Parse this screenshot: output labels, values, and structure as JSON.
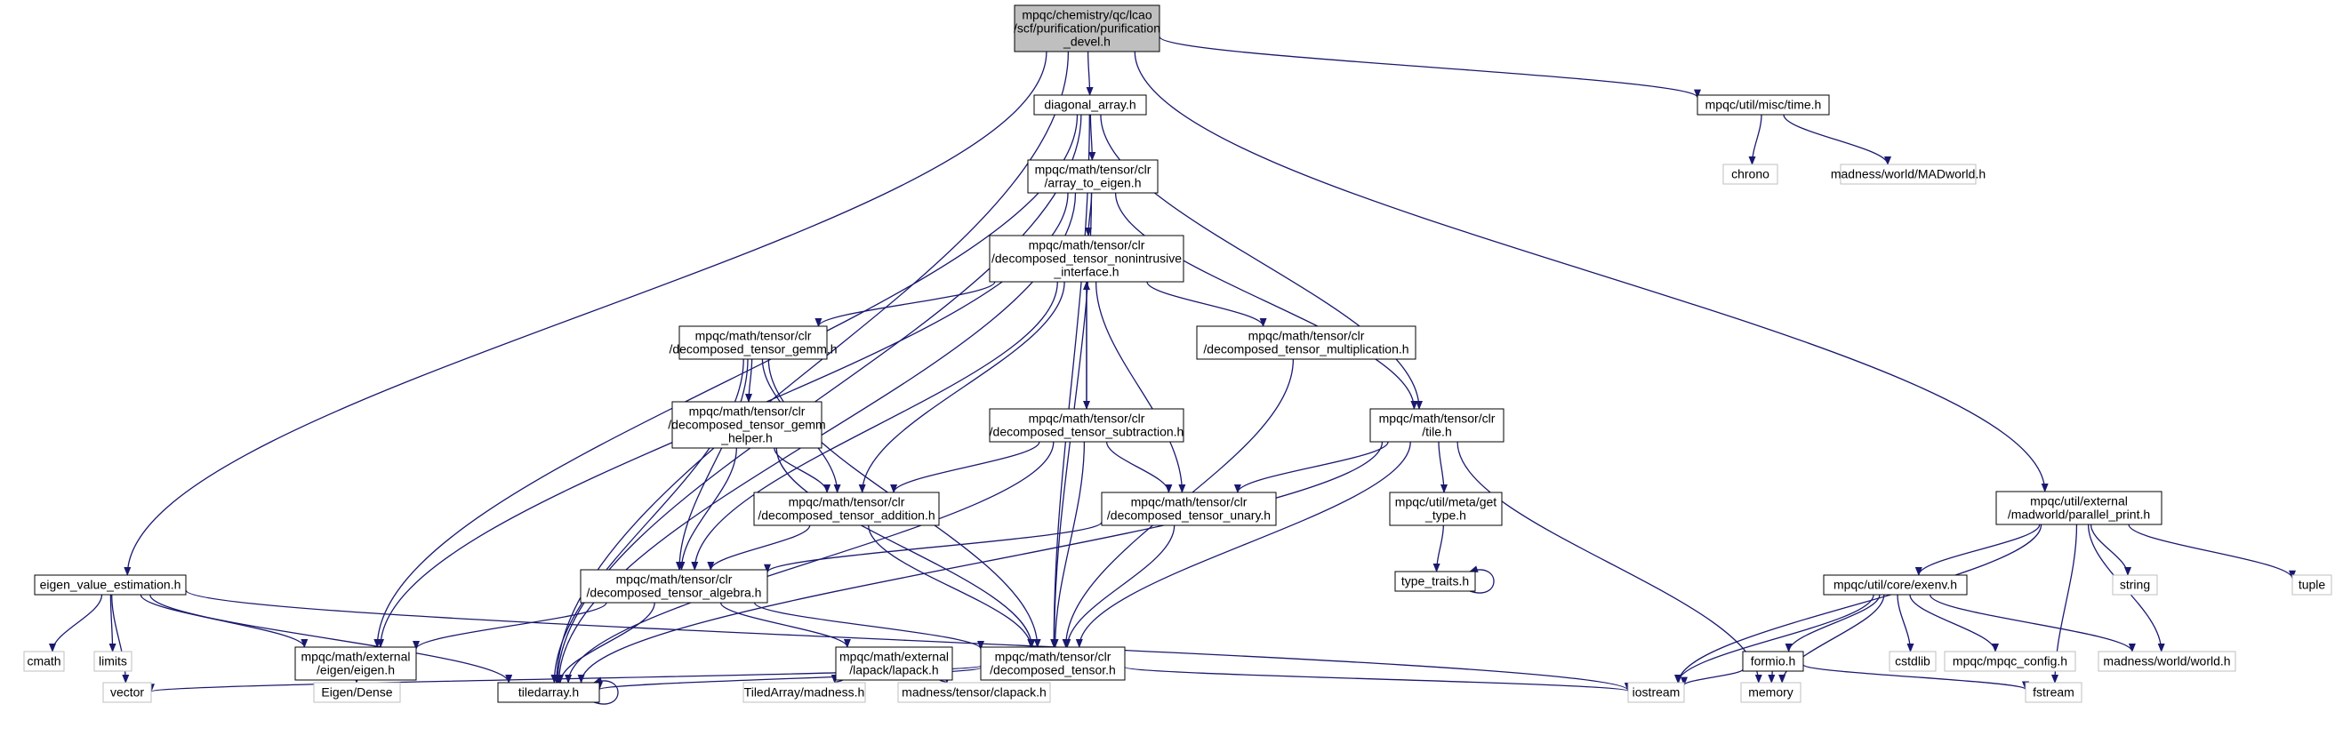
{
  "nodes": {
    "root": {
      "lines": [
        "mpqc/chemistry/qc/lcao",
        "/scf/purification/purification",
        "_devel.h"
      ],
      "kind": "root"
    },
    "diag": {
      "lines": [
        "diagonal_array.h"
      ],
      "kind": "file"
    },
    "timeh": {
      "lines": [
        "mpqc/util/misc/time.h"
      ],
      "kind": "file"
    },
    "chrono": {
      "lines": [
        "chrono"
      ],
      "kind": "ext"
    },
    "madworld": {
      "lines": [
        "madness/world/MADworld.h"
      ],
      "kind": "ext"
    },
    "a2e": {
      "lines": [
        "mpqc/math/tensor/clr",
        "/array_to_eigen.h"
      ],
      "kind": "file"
    },
    "nonint": {
      "lines": [
        "mpqc/math/tensor/clr",
        "/decomposed_tensor_nonintrusive",
        "_interface.h"
      ],
      "kind": "file"
    },
    "gemm": {
      "lines": [
        "mpqc/math/tensor/clr",
        "/decomposed_tensor_gemm.h"
      ],
      "kind": "file"
    },
    "mult": {
      "lines": [
        "mpqc/math/tensor/clr",
        "/decomposed_tensor_multiplication.h"
      ],
      "kind": "file"
    },
    "gemmh": {
      "lines": [
        "mpqc/math/tensor/clr",
        "/decomposed_tensor_gemm",
        "_helper.h"
      ],
      "kind": "file"
    },
    "sub": {
      "lines": [
        "mpqc/math/tensor/clr",
        "/decomposed_tensor_subtraction.h"
      ],
      "kind": "file"
    },
    "tile": {
      "lines": [
        "mpqc/math/tensor/clr",
        "/tile.h"
      ],
      "kind": "file"
    },
    "add": {
      "lines": [
        "mpqc/math/tensor/clr",
        "/decomposed_tensor_addition.h"
      ],
      "kind": "file"
    },
    "unary": {
      "lines": [
        "mpqc/math/tensor/clr",
        "/decomposed_tensor_unary.h"
      ],
      "kind": "file"
    },
    "gettype": {
      "lines": [
        "mpqc/util/meta/get",
        "_type.h"
      ],
      "kind": "file"
    },
    "ttraits": {
      "lines": [
        "type_traits.h"
      ],
      "kind": "file"
    },
    "pprint": {
      "lines": [
        "mpqc/util/external",
        "/madworld/parallel_print.h"
      ],
      "kind": "file"
    },
    "eve": {
      "lines": [
        "eigen_value_estimation.h"
      ],
      "kind": "file"
    },
    "alg": {
      "lines": [
        "mpqc/math/tensor/clr",
        "/decomposed_tensor_algebra.h"
      ],
      "kind": "file"
    },
    "exenv": {
      "lines": [
        "mpqc/util/core/exenv.h"
      ],
      "kind": "file"
    },
    "string": {
      "lines": [
        "string"
      ],
      "kind": "ext"
    },
    "tuple": {
      "lines": [
        "tuple"
      ],
      "kind": "ext"
    },
    "cmath": {
      "lines": [
        "cmath"
      ],
      "kind": "ext"
    },
    "limits": {
      "lines": [
        "limits"
      ],
      "kind": "ext"
    },
    "eigenh": {
      "lines": [
        "mpqc/math/external",
        "/eigen/eigen.h"
      ],
      "kind": "file"
    },
    "lapack": {
      "lines": [
        "mpqc/math/external",
        "/lapack/lapack.h"
      ],
      "kind": "file"
    },
    "dt": {
      "lines": [
        "mpqc/math/tensor/clr",
        "/decomposed_tensor.h"
      ],
      "kind": "file"
    },
    "formio": {
      "lines": [
        "formio.h"
      ],
      "kind": "file"
    },
    "cstdlib": {
      "lines": [
        "cstdlib"
      ],
      "kind": "ext"
    },
    "mpqcconfig": {
      "lines": [
        "mpqc/mpqc_config.h"
      ],
      "kind": "ext"
    },
    "worldh": {
      "lines": [
        "madness/world/world.h"
      ],
      "kind": "ext"
    },
    "vector": {
      "lines": [
        "vector"
      ],
      "kind": "ext"
    },
    "eigendense": {
      "lines": [
        "Eigen/Dense"
      ],
      "kind": "ext"
    },
    "tiledarray": {
      "lines": [
        "tiledarray.h"
      ],
      "kind": "file"
    },
    "tamad": {
      "lines": [
        "TiledArray/madness.h"
      ],
      "kind": "ext"
    },
    "clapack": {
      "lines": [
        "madness/tensor/clapack.h"
      ],
      "kind": "ext"
    },
    "iostream": {
      "lines": [
        "iostream"
      ],
      "kind": "ext"
    },
    "memory": {
      "lines": [
        "memory"
      ],
      "kind": "ext"
    },
    "fstream": {
      "lines": [
        "fstream"
      ],
      "kind": "ext"
    }
  },
  "edges": [
    [
      "root",
      "diag"
    ],
    [
      "root",
      "timeh"
    ],
    [
      "root",
      "eve"
    ],
    [
      "root",
      "tiledarray"
    ],
    [
      "root",
      "pprint"
    ],
    [
      "timeh",
      "chrono"
    ],
    [
      "timeh",
      "madworld"
    ],
    [
      "diag",
      "a2e"
    ],
    [
      "diag",
      "eigenh"
    ],
    [
      "diag",
      "tiledarray"
    ],
    [
      "diag",
      "tile"
    ],
    [
      "diag",
      "dt"
    ],
    [
      "a2e",
      "nonint"
    ],
    [
      "a2e",
      "eigenh"
    ],
    [
      "a2e",
      "tiledarray"
    ],
    [
      "a2e",
      "tile"
    ],
    [
      "a2e",
      "dt"
    ],
    [
      "nonint",
      "gemm"
    ],
    [
      "nonint",
      "mult"
    ],
    [
      "nonint",
      "sub"
    ],
    [
      "nonint",
      "alg"
    ],
    [
      "nonint",
      "add"
    ],
    [
      "nonint",
      "unary"
    ],
    [
      "gemm",
      "gemmh"
    ],
    [
      "gemm",
      "add"
    ],
    [
      "gemm",
      "alg"
    ],
    [
      "gemm",
      "dt"
    ],
    [
      "gemm",
      "tiledarray"
    ],
    [
      "gemmh",
      "add"
    ],
    [
      "gemmh",
      "alg"
    ],
    [
      "gemmh",
      "dt"
    ],
    [
      "sub",
      "nonint"
    ],
    [
      "sub",
      "add"
    ],
    [
      "sub",
      "unary"
    ],
    [
      "sub",
      "dt"
    ],
    [
      "sub",
      "tiledarray"
    ],
    [
      "mult",
      "dt"
    ],
    [
      "tile",
      "gettype"
    ],
    [
      "tile",
      "unary"
    ],
    [
      "tile",
      "dt"
    ],
    [
      "tile",
      "tiledarray"
    ],
    [
      "tile",
      "memory"
    ],
    [
      "gettype",
      "ttraits"
    ],
    [
      "ttraits",
      "ttraits"
    ],
    [
      "add",
      "alg"
    ],
    [
      "add",
      "dt"
    ],
    [
      "unary",
      "alg"
    ],
    [
      "unary",
      "dt"
    ],
    [
      "alg",
      "eigenh"
    ],
    [
      "alg",
      "lapack"
    ],
    [
      "alg",
      "dt"
    ],
    [
      "alg",
      "tiledarray"
    ],
    [
      "eve",
      "cmath"
    ],
    [
      "eve",
      "limits"
    ],
    [
      "eve",
      "eigenh"
    ],
    [
      "eve",
      "vector"
    ],
    [
      "eve",
      "tiledarray"
    ],
    [
      "eve",
      "iostream"
    ],
    [
      "eigenh",
      "eigendense"
    ],
    [
      "lapack",
      "tamad"
    ],
    [
      "lapack",
      "clapack"
    ],
    [
      "dt",
      "tiledarray"
    ],
    [
      "dt",
      "vector"
    ],
    [
      "dt",
      "iostream"
    ],
    [
      "tiledarray",
      "tiledarray"
    ],
    [
      "pprint",
      "exenv"
    ],
    [
      "pprint",
      "string"
    ],
    [
      "pprint",
      "tuple"
    ],
    [
      "pprint",
      "iostream"
    ],
    [
      "pprint",
      "worldh"
    ],
    [
      "pprint",
      "fstream"
    ],
    [
      "exenv",
      "formio"
    ],
    [
      "exenv",
      "cstdlib"
    ],
    [
      "exenv",
      "mpqcconfig"
    ],
    [
      "exenv",
      "worldh"
    ],
    [
      "exenv",
      "iostream"
    ],
    [
      "exenv",
      "memory"
    ],
    [
      "formio",
      "iostream"
    ],
    [
      "formio",
      "memory"
    ],
    [
      "formio",
      "fstream"
    ]
  ],
  "colors": {
    "edge": "#191970",
    "root_fill": "#bfbfbf",
    "file_border": "#000000",
    "ext_border": "#bfbfbf",
    "text": "#000000"
  }
}
